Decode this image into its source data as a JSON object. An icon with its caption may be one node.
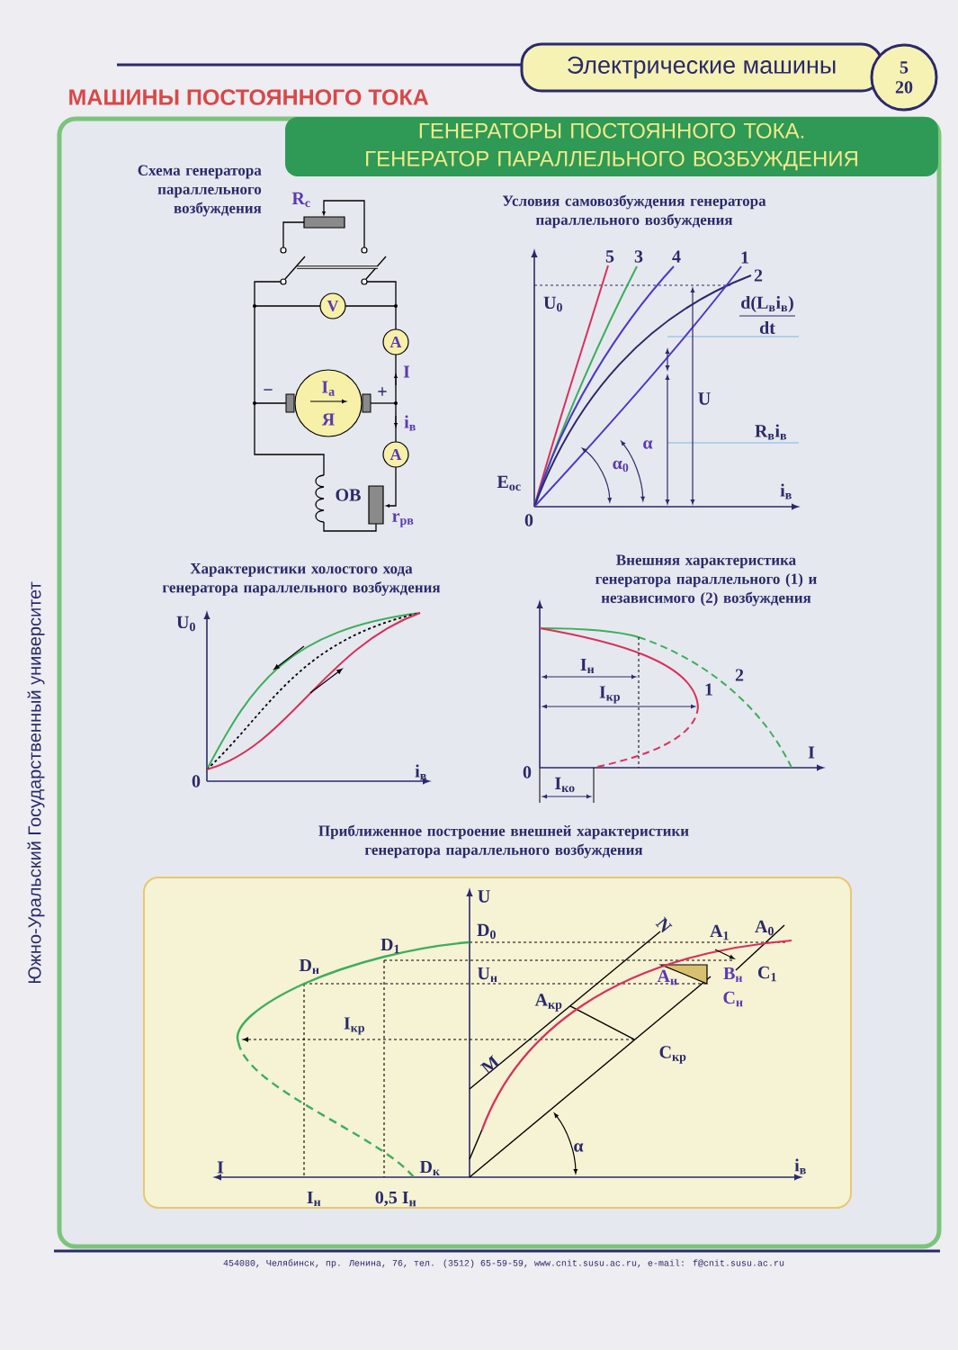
{
  "diagram": {
    "title": "МАШИНЫ ПОСТОЯННОГО ТОКА",
    "nodes": [
      {
        "text": [
          "Электрические машины"
        ]
      },
      {
        "text": [
          "5",
          "20"
        ]
      },
      {
        "text": [
          "ГЕНЕРАТОРЫ ПОСТОЯННОГО ТОКА. ГЕНЕРАТОР ПАРАЛЛЕЛЬНОГО ВОЗБУЖДЕНИЯ"
        ]
      },
      {
        "text": [
          "V"
        ]
      },
      {
        "text": [
          "A"
        ]
      },
      {
        "text": [
          "I$_{a}$",
          "Я"
        ]
      },
      {
        "text": [
          "A"
        ]
      }
    ],
    "labels": [
      "Схема генератора параллельного возбуждения",
      "R$_{c}$",
      "I",
      "−",
      "+",
      "i$_{в}$",
      "ОВ",
      "r$_{рв}$",
      "Условия самовозбуждения генератора параллельного возбуждения",
      "5",
      "3",
      "4",
      "1",
      "2",
      "U$_{0}$",
      "d(L$_{в}$i$_{в}$)",
      "dt",
      "U",
      "R$_{в}$i$_{в}$",
      "α",
      "α$_{0}$",
      "E$_{ос}$",
      "i$_{в}$",
      "0",
      "Характеристики холостого хода генератора параллельного возбуждения",
      "U$_{0}$",
      "0",
      "i$_{в}$",
      "Внешняя характеристика генератора параллельного (1) и независимого (2) возбуждения",
      "I$_{н}$",
      "2",
      "I$_{кр}$",
      "1",
      "I",
      "0",
      "I$_{ко}$",
      "Приближенное построение внешней характеристики генератора параллельного возбуждения",
      "U",
      "D$_{0}$",
      "D$_{1}$",
      "N",
      "A$_{1}$",
      "A$_{0}$",
      "D$_{н}$",
      "U$_{н}$",
      "A$_{н}$",
      "B$_{н}$",
      "C$_{1}$",
      "A$_{кр}$",
      "C$_{н}$",
      "I$_{кр}$",
      "C$_{кр}$",
      "M",
      "α",
      "I",
      "D$_{к}$",
      "i$_{в}$",
      "I$_{н}$",
      "0,5 I$_{н}$",
      "Южно-Уральский Государственный университет",
      "454080, Челябинск, пр. Ленина, 76, тел. (3512) 65-59-59, www.cnit.susu.ac.ru, e-mail: f@cnit.susu.ac.ru"
    ]
  }
}
